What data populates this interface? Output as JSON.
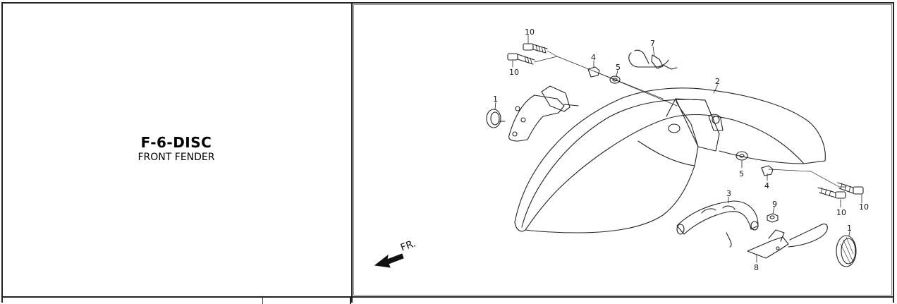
{
  "section": {
    "code": "F-6-DISC",
    "name": "FRONT FENDER"
  },
  "diagram": {
    "direction_label": "FR.",
    "callouts": {
      "c10a": "10",
      "c10b": "10",
      "c4a": "4",
      "c5a": "5",
      "c7": "7",
      "c2": "2",
      "c1a": "1",
      "c5b": "5",
      "c4b": "4",
      "c10c": "10",
      "c10d": "10",
      "c3": "3",
      "c9": "9",
      "c1b": "1",
      "c8": "8"
    }
  }
}
